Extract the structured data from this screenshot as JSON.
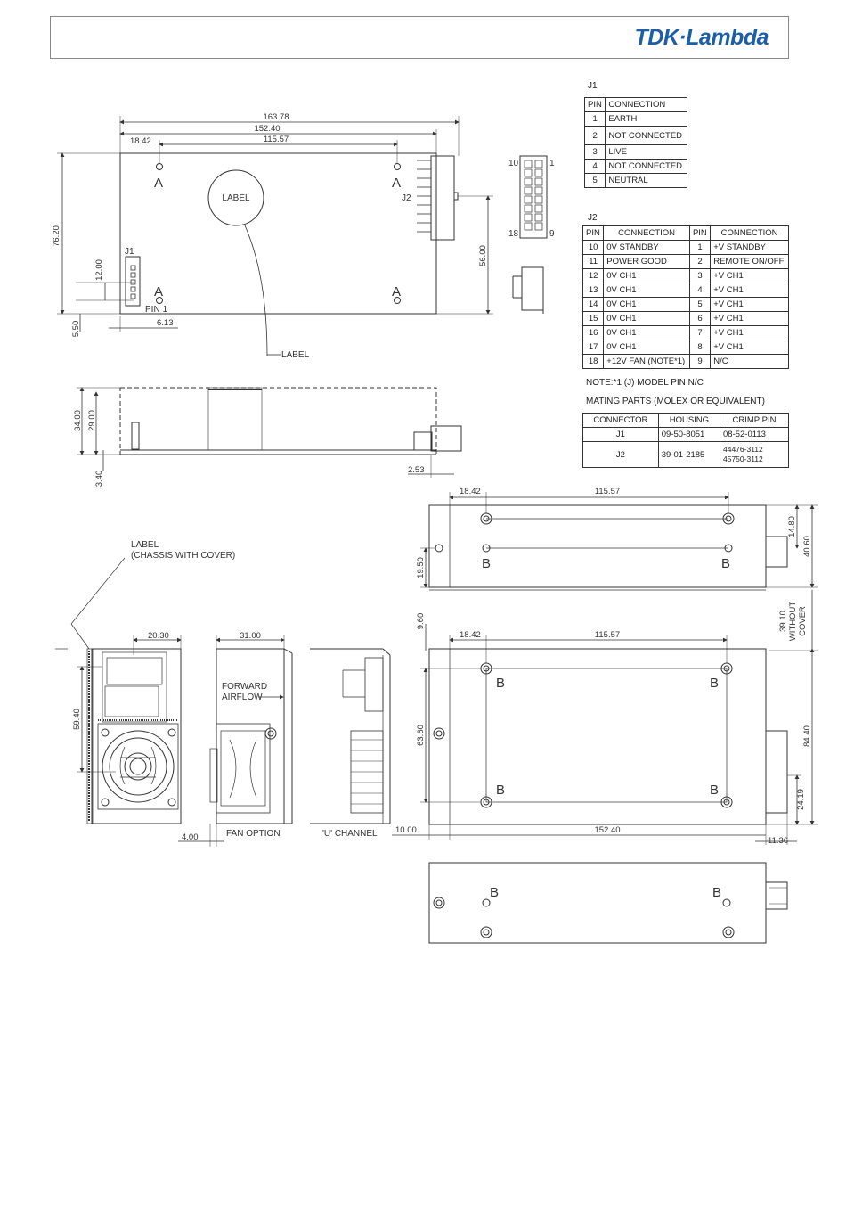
{
  "logo": "TDK·Lambda",
  "j1": {
    "title": "J1",
    "header": [
      "PIN",
      "CONNECTION"
    ],
    "rows": [
      [
        "1",
        "EARTH"
      ],
      [
        "2",
        "NOT CONNECTED"
      ],
      [
        "3",
        "LIVE"
      ],
      [
        "4",
        "NOT CONNECTED"
      ],
      [
        "5",
        "NEUTRAL"
      ]
    ]
  },
  "j2": {
    "title": "J2",
    "header": [
      "PIN",
      "CONNECTION",
      "PIN",
      "CONNECTION"
    ],
    "rows": [
      [
        "10",
        "0V STANDBY",
        "1",
        "+V STANDBY"
      ],
      [
        "11",
        "POWER GOOD",
        "2",
        "REMOTE ON/OFF"
      ],
      [
        "12",
        "0V CH1",
        "3",
        "+V CH1"
      ],
      [
        "13",
        "0V CH1",
        "4",
        "+V CH1"
      ],
      [
        "14",
        "0V CH1",
        "5",
        "+V CH1"
      ],
      [
        "15",
        "0V CH1",
        "6",
        "+V CH1"
      ],
      [
        "16",
        "0V CH1",
        "7",
        "+V CH1"
      ],
      [
        "17",
        "0V CH1",
        "8",
        "+V CH1"
      ],
      [
        "18",
        "+12V FAN (NOTE*1)",
        "9",
        "N/C"
      ]
    ]
  },
  "note": "NOTE:*1 (J) MODEL PIN N/C",
  "mating": {
    "title": "MATING PARTS (MOLEX OR EQUIVALENT)",
    "header": [
      "CONNECTOR",
      "HOUSING",
      "CRIMP PIN"
    ],
    "rows": [
      [
        "J1",
        "09-50-8051",
        "08-52-0113"
      ],
      [
        "J2",
        "39-01-2185",
        "44476-3112 45750-3112"
      ]
    ]
  },
  "dims": {
    "top_overall": "163.78",
    "top_152": "152.40",
    "top_11557": "115.57",
    "top_1842": "18.42",
    "left_7620": "76.20",
    "right_5600": "56.00",
    "j1_1200": "12.00",
    "pin_550": "5.50",
    "pin_613": "6.13",
    "side_3400": "34.00",
    "side_2900": "29.00",
    "side_340": "3.40",
    "side_253": "2.53",
    "r1_1842": "18.42",
    "r1_11557": "115.57",
    "r1_1480": "14.80",
    "r1_4060": "40.60",
    "r1_1950": "19.50",
    "r2_960": "9.60",
    "r2_3910": "39.10",
    "r2_without": "WITHOUT",
    "r2_cover": "COVER",
    "r3_1842": "18.42",
    "r3_11557": "115.57",
    "r3_6360": "63.60",
    "r3_8440": "84.40",
    "r3_2419": "24.19",
    "r3_1000": "10.00",
    "r3_15240": "152.40",
    "r3_1136": "11.36",
    "f_2030": "20.30",
    "f_5940": "59.40",
    "f_3100": "31.00",
    "f_400": "4.00"
  },
  "labels": {
    "label": "LABEL",
    "label_leader": "LABEL",
    "pin1": "PIN 1",
    "j1": "J1",
    "j2": "J2",
    "a": "A",
    "b": "B",
    "j2_10": "10",
    "j2_1": "1",
    "j2_18": "18",
    "j2_9": "9",
    "chassis_line1": "LABEL",
    "chassis_line2": "(CHASSIS WITH COVER)",
    "forward_line1": "FORWARD",
    "forward_line2": "AIRFLOW",
    "fan_option": "FAN OPTION",
    "u_channel": "'U' CHANNEL"
  }
}
